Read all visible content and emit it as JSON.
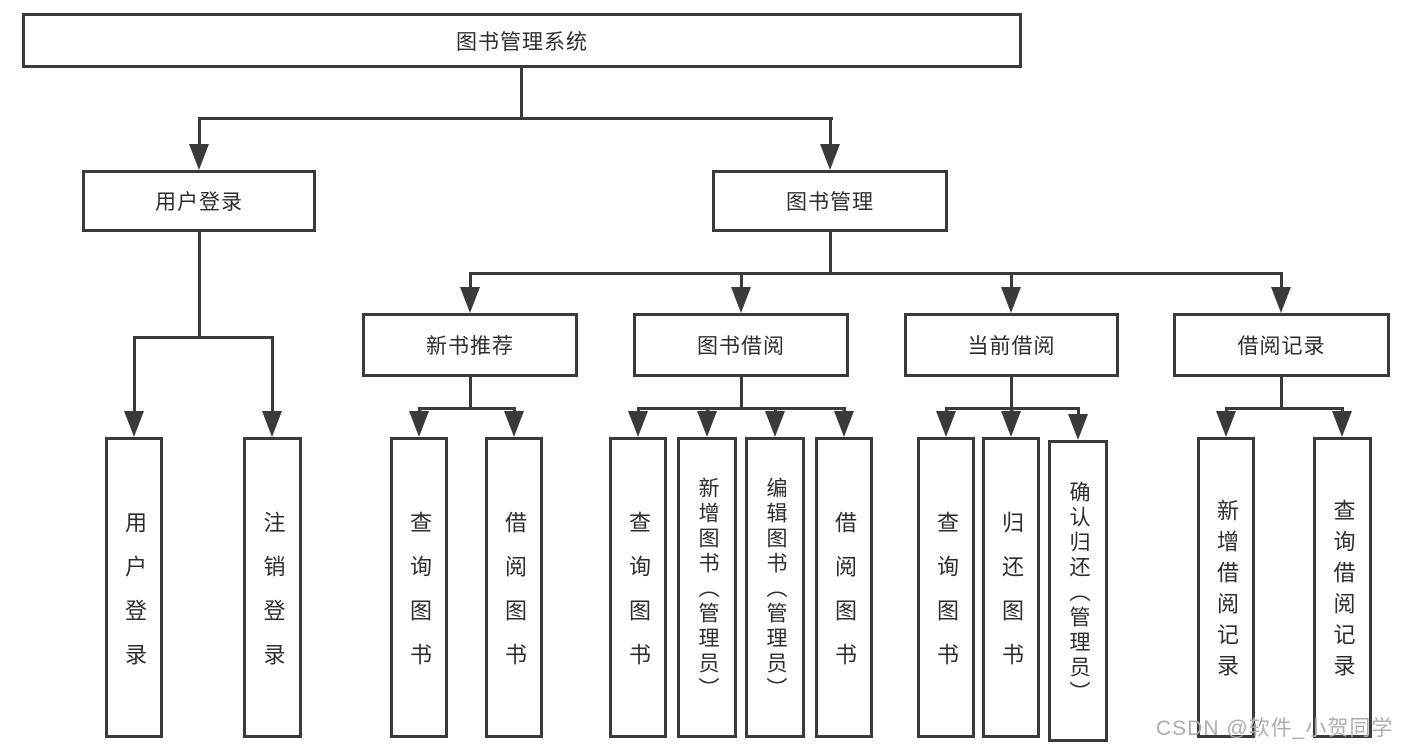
{
  "colors": {
    "line": "#3a3a3a",
    "text": "#2d2d2d",
    "watermark": "#adadad",
    "background": "#ffffff"
  },
  "tree": {
    "root": "图书管理系统",
    "level2": [
      {
        "label": "用户登录",
        "children": [
          "用户登录",
          "注销登录"
        ]
      },
      {
        "label": "图书管理",
        "children": [
          {
            "label": "新书推荐",
            "children": [
              "查询图书",
              "借阅图书"
            ]
          },
          {
            "label": "图书借阅",
            "children": [
              "查询图书",
              "新增图书（管理员）",
              "编辑图书（管理员）",
              "借阅图书"
            ]
          },
          {
            "label": "当前借阅",
            "children": [
              "查询图书",
              "归还图书",
              "确认归还（管理员）"
            ]
          },
          {
            "label": "借阅记录",
            "children": [
              "新增借阅记录",
              "查询借阅记录"
            ]
          }
        ]
      }
    ]
  },
  "watermark": "CSDN @软件_小贺同学"
}
